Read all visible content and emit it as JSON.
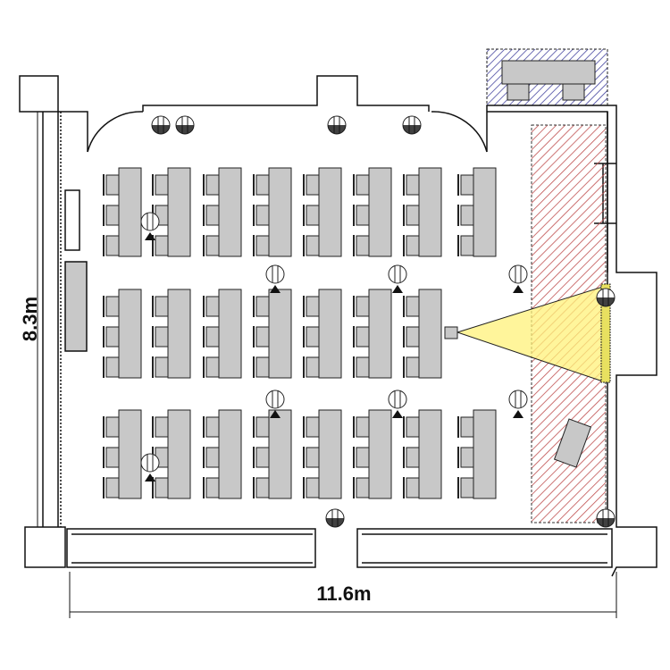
{
  "dimensions": {
    "height_label": "8.3m",
    "width_label": "11.6m"
  },
  "colors": {
    "table": "#c8c8c8",
    "stage_hatch": "#c05050",
    "storage_hatch": "#3a3a9a",
    "projection": "#fff27a"
  },
  "layout": {
    "rows": [
      {
        "tables": 8
      },
      {
        "tables": 7,
        "projector_on_table": 7
      },
      {
        "tables": 8
      }
    ],
    "chairs_per_table": 3
  }
}
